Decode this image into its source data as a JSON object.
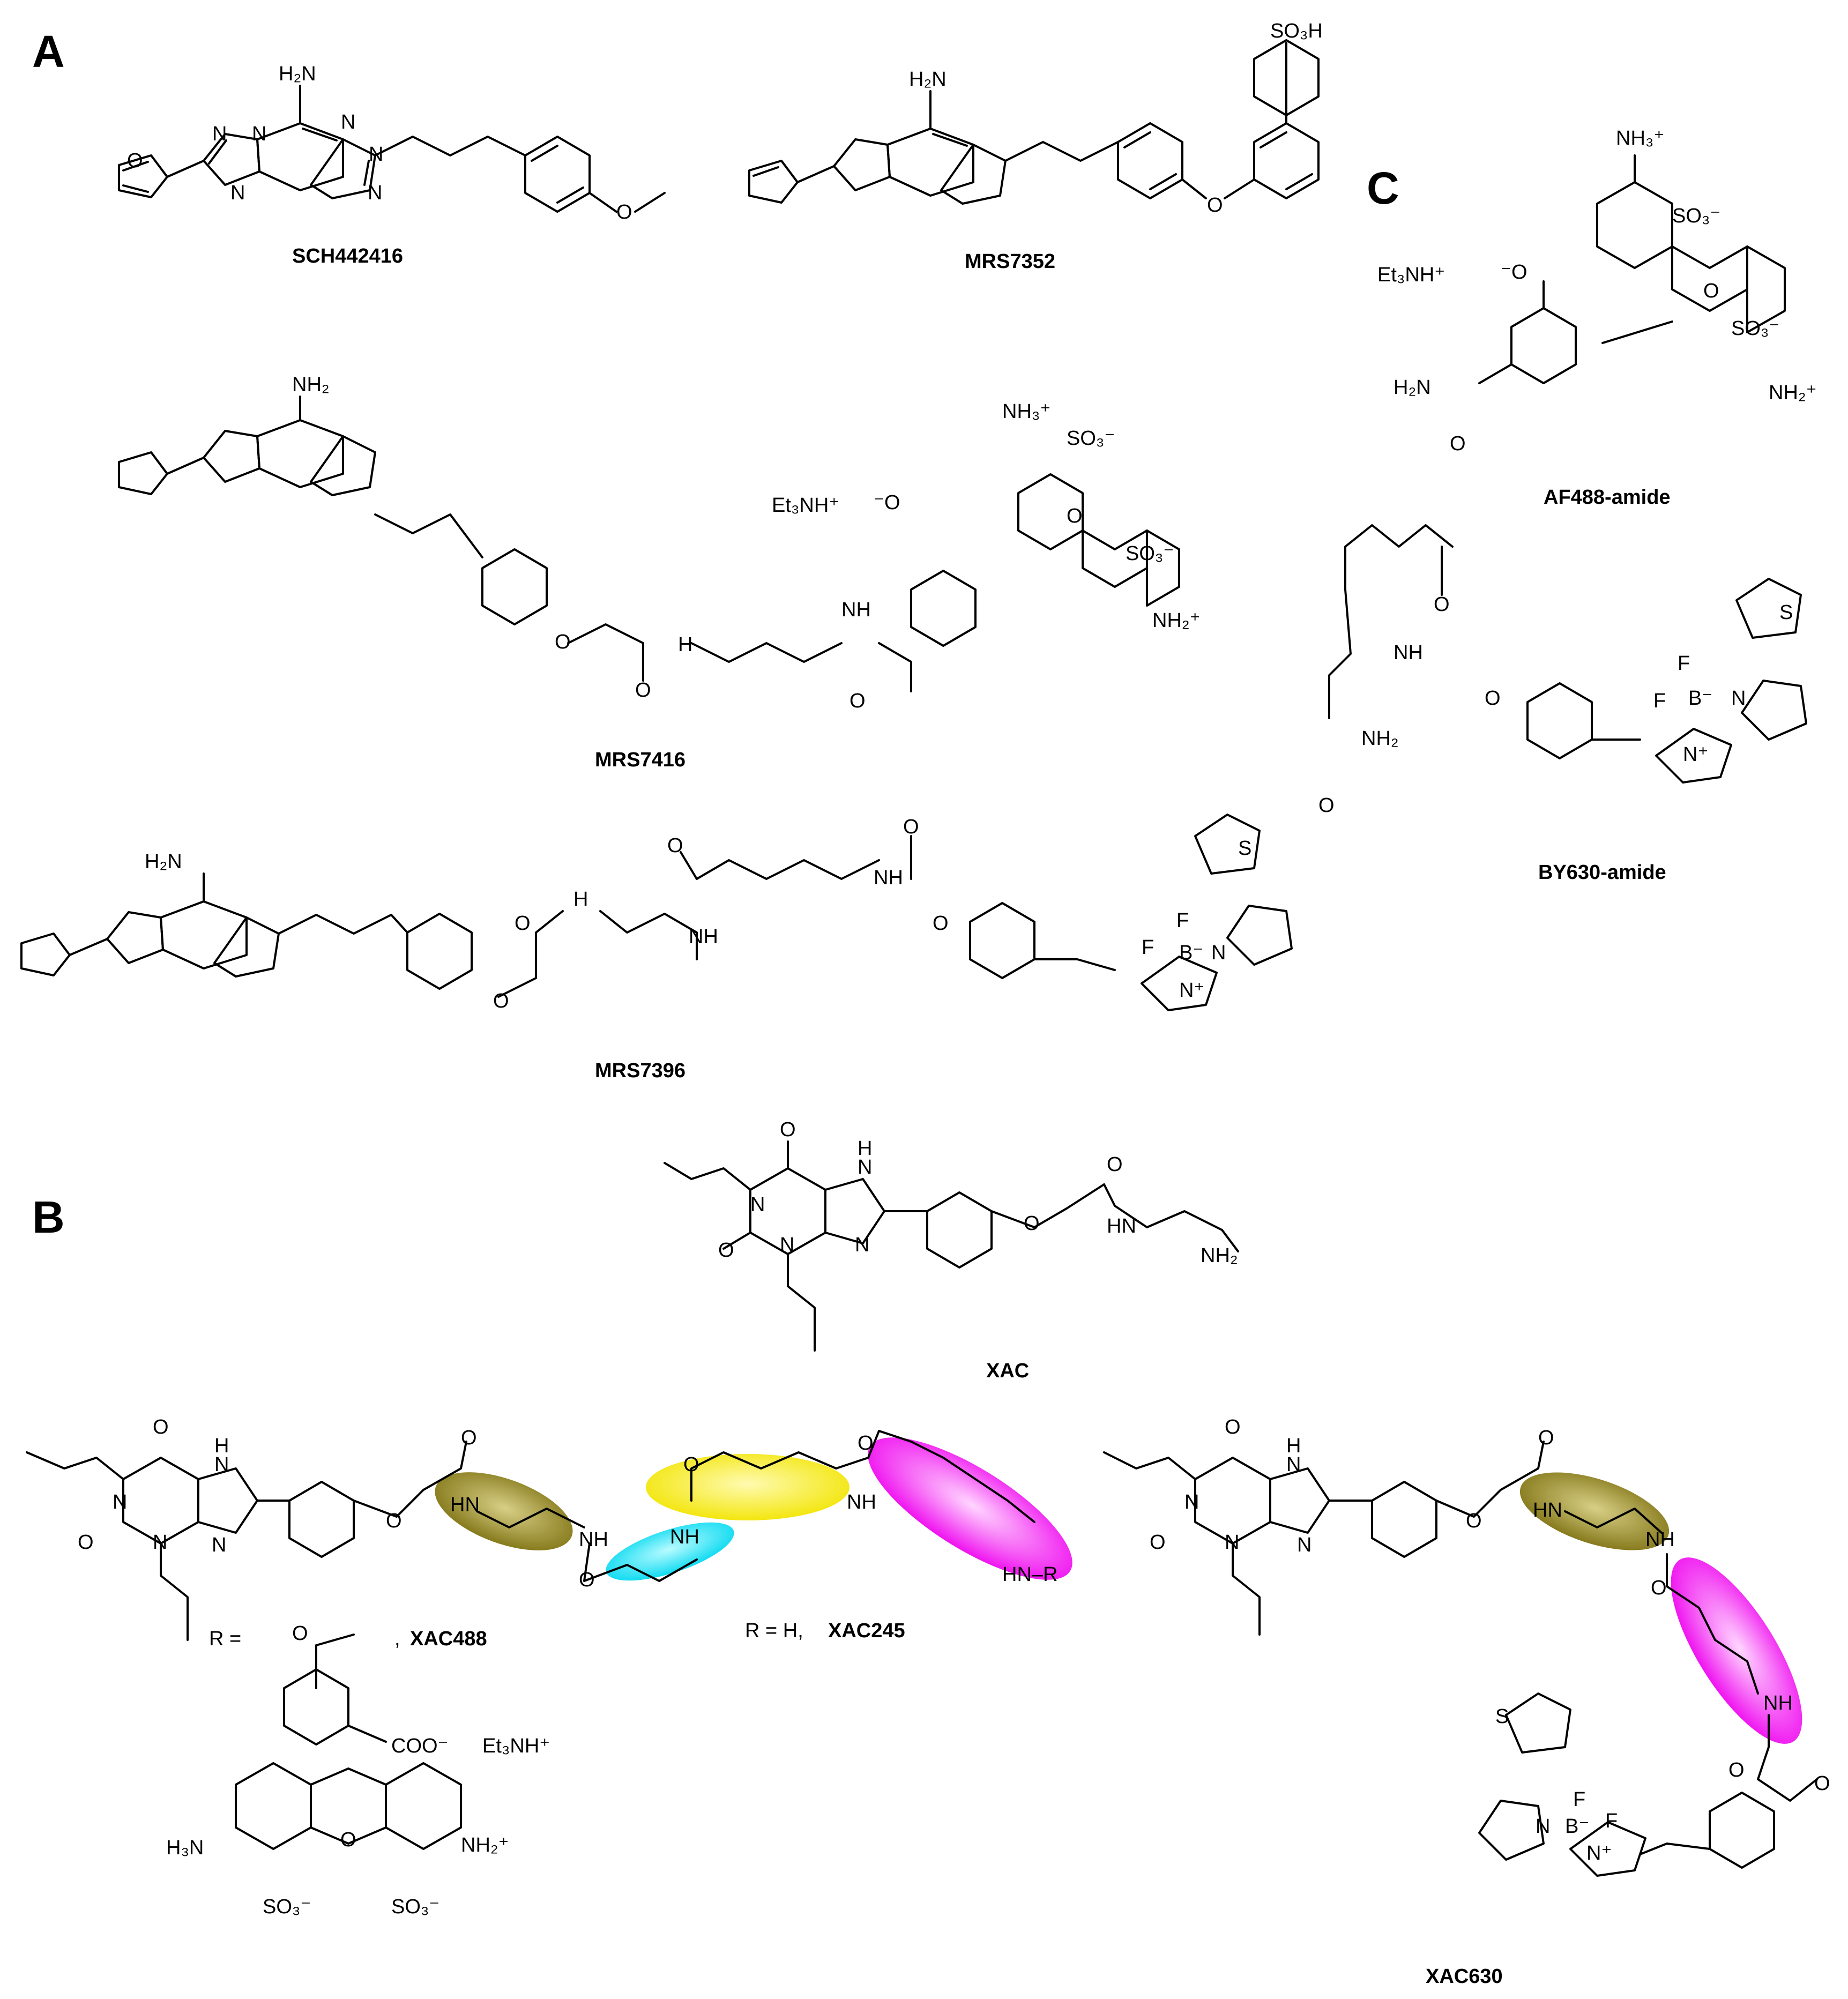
{
  "panels": {
    "a": {
      "letter": "A"
    },
    "b": {
      "letter": "B"
    },
    "c": {
      "letter": "C"
    }
  },
  "compounds": {
    "sch442416": "SCH442416",
    "mrs7352": "MRS7352",
    "mrs7416": "MRS7416",
    "mrs7396": "MRS7396",
    "af488_amide": "AF488-amide",
    "by630_amide": "BY630-amide",
    "xac": "XAC",
    "xac488": "XAC488",
    "xac245": "XAC245",
    "xac630": "XAC630"
  },
  "labels": {
    "r_equals": "R =",
    "r_h_prefix": "R = H, ",
    "comma": ","
  },
  "atoms": {
    "nh2": "NH₂",
    "h2n": "H₂N",
    "nh3plus": "NH₃⁺",
    "h3n": "H₃N",
    "so3h": "SO₃H",
    "so3minus": "SO₃⁻",
    "nh2plus": "NH₂⁺",
    "et3nh": "Et₃NH⁺",
    "neg_o": "⁻O",
    "coo": "COO⁻",
    "o": "O",
    "n": "N",
    "nplus": "N⁺",
    "h": "H",
    "nh": "NH",
    "hn": "HN",
    "s": "S",
    "f": "F",
    "bminus": "B⁻",
    "hn_r": "HN–R"
  },
  "highlight_colors": {
    "olive": "#8b7d1e",
    "cyan": "#00e5ff",
    "yellow": "#ffee00",
    "magenta": "#ff00ff"
  }
}
